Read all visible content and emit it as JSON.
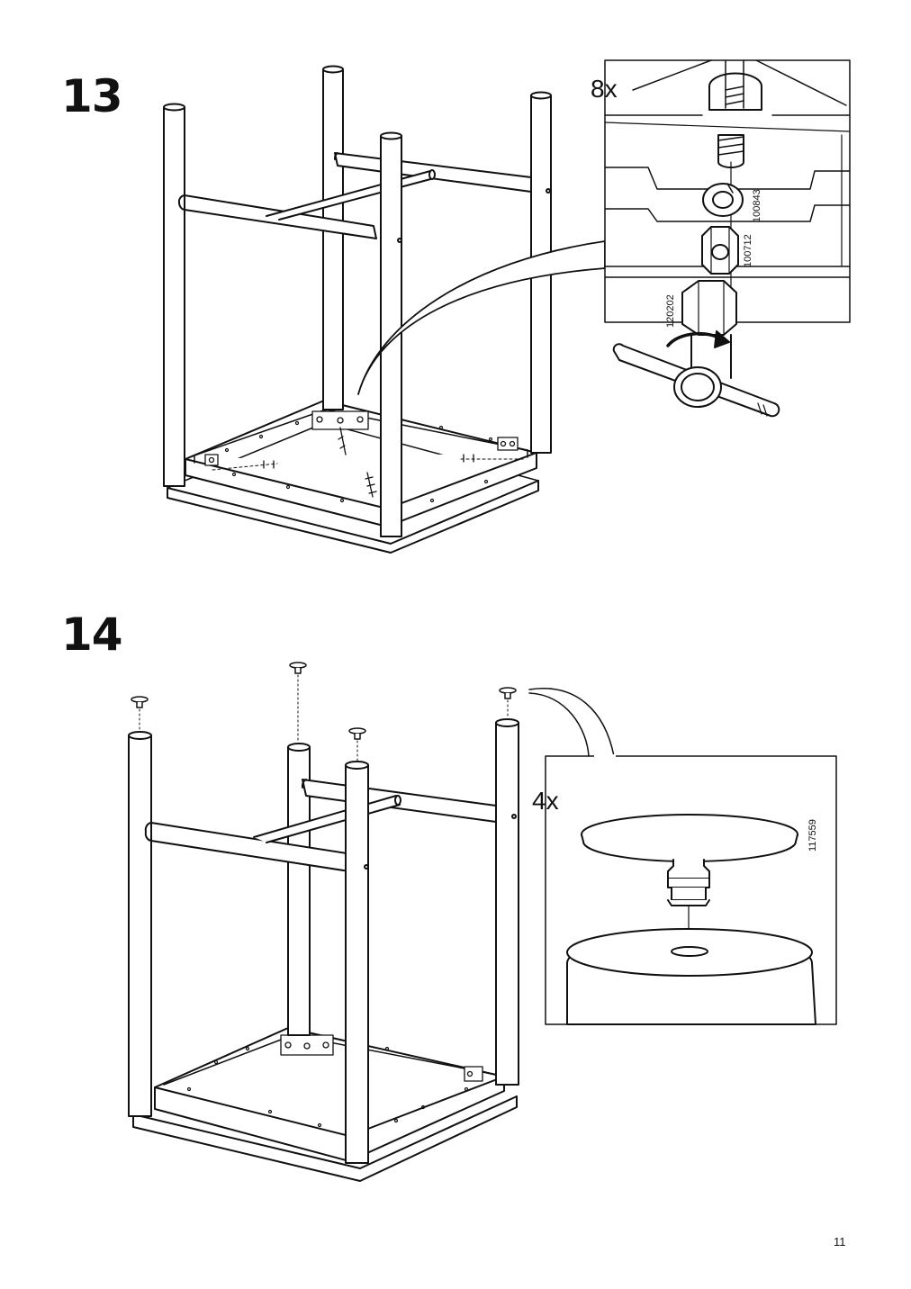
{
  "steps": [
    {
      "number": "13",
      "detail": {
        "quantity": "8x",
        "parts": [
          "100843",
          "100712",
          "120202"
        ]
      }
    },
    {
      "number": "14",
      "detail": {
        "quantity": "4x",
        "parts": [
          "117559"
        ]
      }
    }
  ],
  "page_number": "11"
}
